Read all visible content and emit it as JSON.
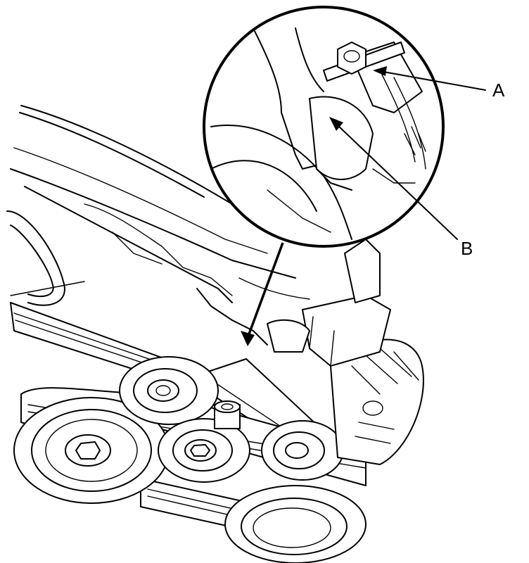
{
  "diagram": {
    "callouts": [
      {
        "id": "A",
        "text": "A"
      },
      {
        "id": "B",
        "text": "B"
      }
    ]
  }
}
